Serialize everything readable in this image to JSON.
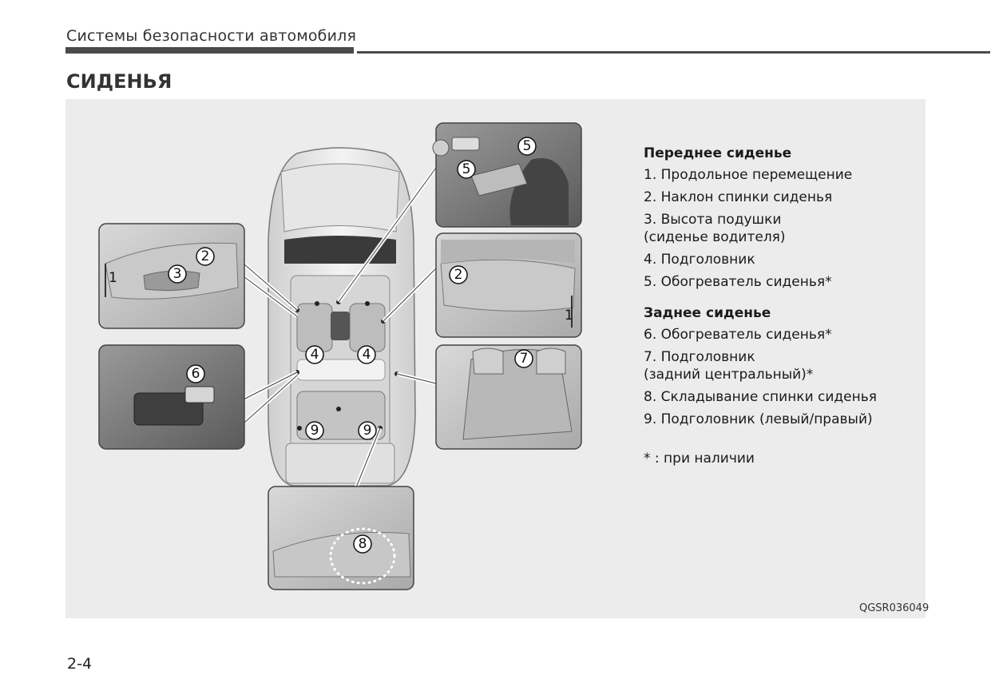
{
  "header": {
    "title": "Системы безопасности автомобиля"
  },
  "section": {
    "title": "СИДЕНЬЯ"
  },
  "figure": {
    "code": "QGSR036049",
    "callouts": {
      "c1": "1",
      "c2": "2",
      "c3": "3",
      "c4": "4",
      "c5": "5",
      "c6": "6",
      "c7": "7",
      "c8": "8",
      "c9": "9"
    }
  },
  "legend": {
    "front": {
      "heading": "Переднее сиденье",
      "items": [
        "1. Продольное перемещение",
        "2. Наклон спинки сиденья",
        "3. Высота подушки\n   (сиденье водителя)",
        "4. Подголовник",
        "5. Обогреватель сиденья*"
      ]
    },
    "rear": {
      "heading": "Заднее сиденье",
      "items": [
        "6. Обогреватель сиденья*",
        "7. Подголовник\n   (задний центральный)*",
        "8. Складывание спинки сиденья",
        "9. Подголовник (левый/правый)"
      ]
    },
    "note": "* : при наличии"
  },
  "page": {
    "number": "2-4"
  }
}
